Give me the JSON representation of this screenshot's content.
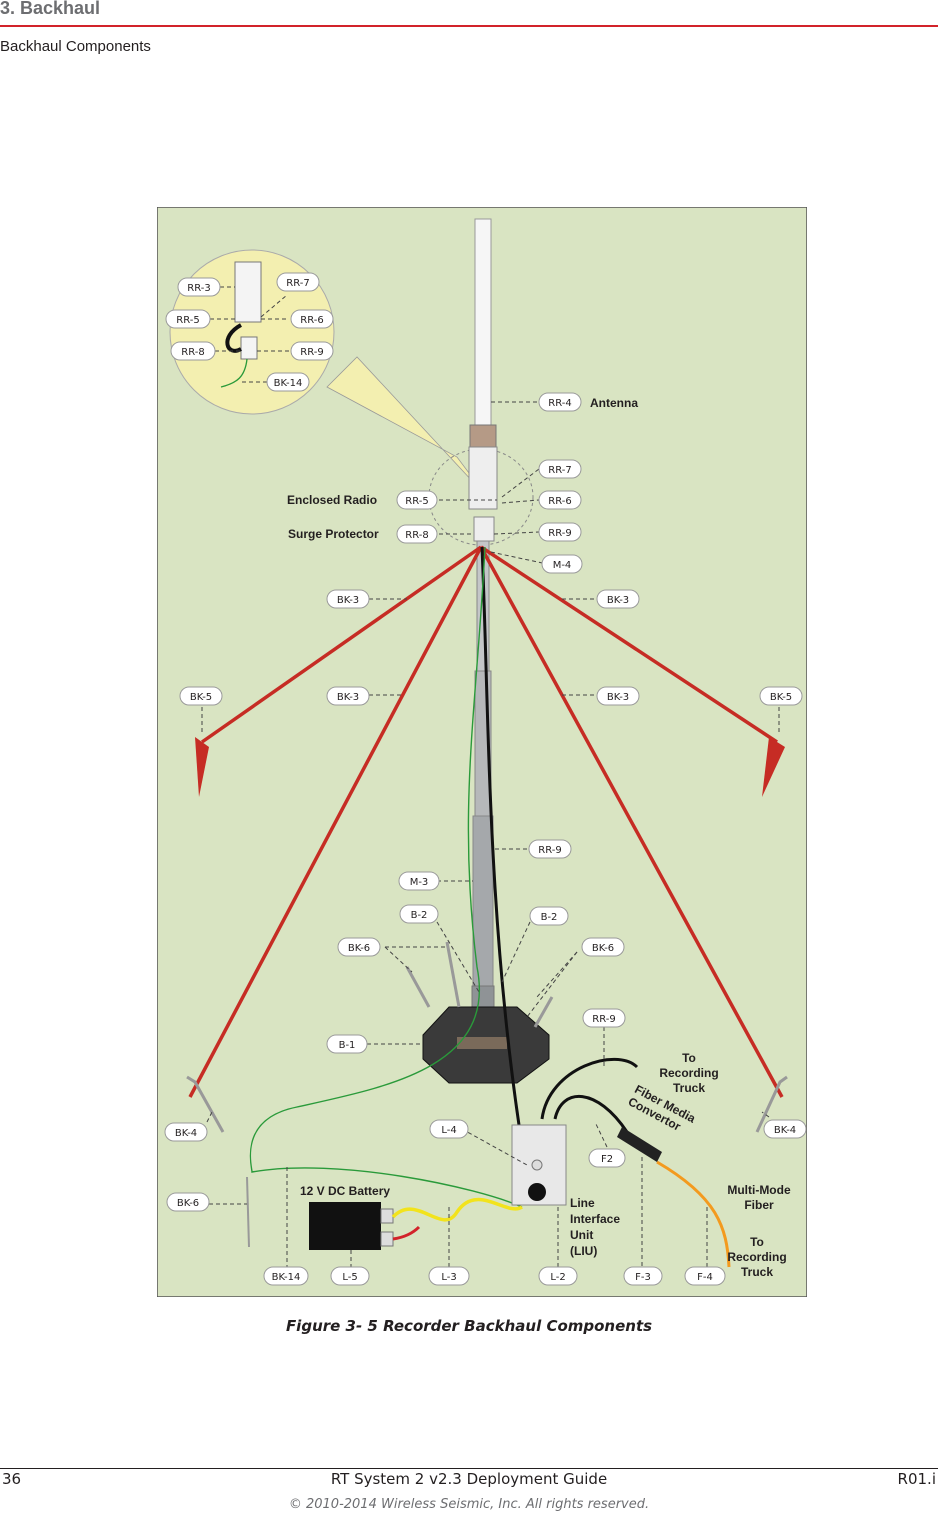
{
  "header": {
    "section": "3. Backhaul",
    "subsection": "Backhaul Components"
  },
  "figure": {
    "caption": "Figure 3- 5  Recorder Backhaul Components",
    "texts": {
      "antenna": "Antenna",
      "enclosed_radio": "Enclosed Radio",
      "surge_protector": "Surge Protector",
      "to_recording_truck_1a": "To",
      "to_recording_truck_1b": "Recording",
      "to_recording_truck_1c": "Truck",
      "fiber_media_a": "Fiber Media",
      "fiber_media_b": "Convertor",
      "multimode_a": "Multi-Mode",
      "multimode_b": "Fiber",
      "to_recording_truck_2a": "To",
      "to_recording_truck_2b": "Recording",
      "to_recording_truck_2c": "Truck",
      "battery": "12 V DC Battery",
      "liu_a": "Line",
      "liu_b": "Interface",
      "liu_c": "Unit",
      "liu_d": "(LIU)"
    },
    "labels": {
      "rr3": "RR-3",
      "rr7": "RR-7",
      "rr5": "RR-5",
      "rr6": "RR-6",
      "rr8": "RR-8",
      "rr9": "RR-9",
      "bk14": "BK-14",
      "rr4": "RR-4",
      "rr7b": "RR-7",
      "rr5b": "RR-5",
      "rr6b": "RR-6",
      "rr8b": "RR-8",
      "rr9b": "RR-9",
      "m4": "M-4",
      "bk3a": "BK-3",
      "bk3b": "BK-3",
      "bk5a": "BK-5",
      "bk3c": "BK-3",
      "bk3d": "BK-3",
      "bk5b": "BK-5",
      "rr9c": "RR-9",
      "m3": "M-3",
      "b2a": "B-2",
      "b2b": "B-2",
      "bk6a": "BK-6",
      "bk6b": "BK-6",
      "rr9d": "RR-9",
      "b1": "B-1",
      "bk4a": "BK-4",
      "l4": "L-4",
      "bk4b": "BK-4",
      "f2": "F2",
      "bk6c": "BK-6",
      "bk14b": "BK-14",
      "l5": "L-5",
      "l3": "L-3",
      "l2": "L-2",
      "f3": "F-3",
      "f4": "F-4"
    }
  },
  "footer": {
    "page": "36",
    "doc": "RT System 2 v2.3 Deployment Guide",
    "rev": "R01.i",
    "copyright": "© 2010-2014 Wireless Seismic, Inc. All rights reserved."
  }
}
